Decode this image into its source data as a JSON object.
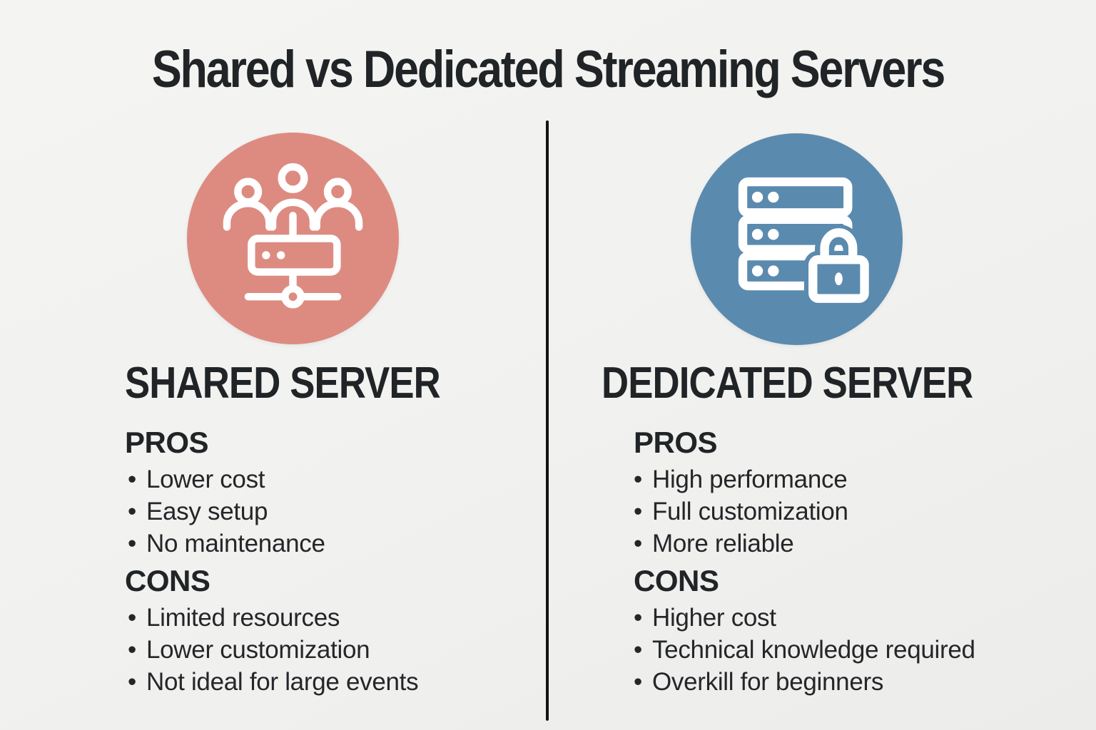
{
  "title": "Shared vs Dedicated Streaming Servers",
  "glyphs": {
    "bullet": "•"
  },
  "colors": {
    "background": "#F1F1EF",
    "text": "#232528",
    "divider": "#131313",
    "shared_accent": "#DD8B81",
    "dedicated_accent": "#5B8AAF",
    "icon_stroke": "#FFFFFF"
  },
  "columns": [
    {
      "heading": "SHARED SERVER",
      "icon": "shared-users-network-icon",
      "pros_label": "PROS",
      "pros": [
        "Lower cost",
        "Easy setup",
        "No maintenance"
      ],
      "cons_label": "CONS",
      "cons": [
        "Limited resources",
        "Lower customization",
        "Not ideal for large events"
      ]
    },
    {
      "heading": "DEDICATED SERVER",
      "icon": "server-rack-lock-icon",
      "pros_label": "PROS",
      "pros": [
        "High performance",
        "Full customization",
        "More reliable"
      ],
      "cons_label": "CONS",
      "cons": [
        "Higher cost",
        "Technical knowledge required",
        "Overkill for beginners"
      ]
    }
  ]
}
